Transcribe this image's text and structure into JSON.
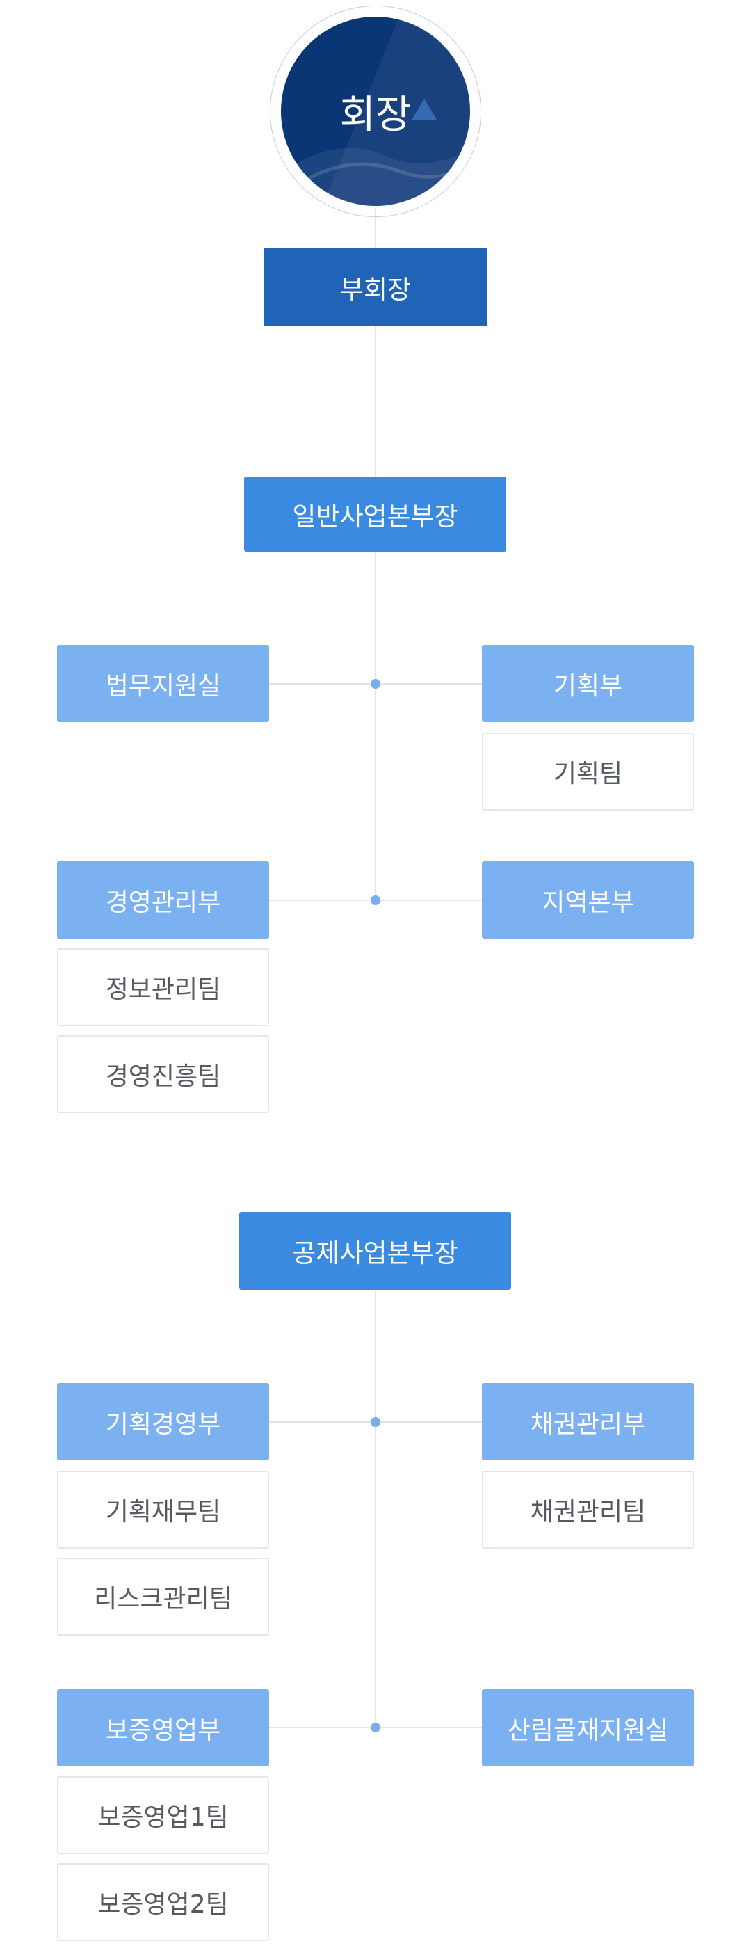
{
  "org": {
    "chairman": "회장",
    "vice_chairman": "부회장",
    "general": {
      "head": "일반사업본부장",
      "row1": {
        "left": "법무지원실",
        "right": "기획부",
        "right_teams": [
          "기획팀"
        ]
      },
      "row2": {
        "left": "경영관리부",
        "left_teams": [
          "정보관리팀",
          "경영진흥팀"
        ],
        "right": "지역본부"
      }
    },
    "mutual": {
      "head": "공제사업본부장",
      "row1": {
        "left": "기획경영부",
        "left_teams": [
          "기획재무팀",
          "리스크관리팀"
        ],
        "right": "채권관리부",
        "right_teams": [
          "채권관리팀"
        ]
      },
      "row2": {
        "left": "보증영업부",
        "left_teams": [
          "보증영업1팀",
          "보증영업2팀"
        ],
        "right": "산림골재지원실"
      }
    }
  },
  "colors": {
    "chairman_disc": "#0b3676",
    "vice_chairman": "#1f64b6",
    "executive": "#3b8ae1",
    "department": "#7bb0f1",
    "connector": "#dfe4ec",
    "connector_dot": "#7aaeea"
  }
}
